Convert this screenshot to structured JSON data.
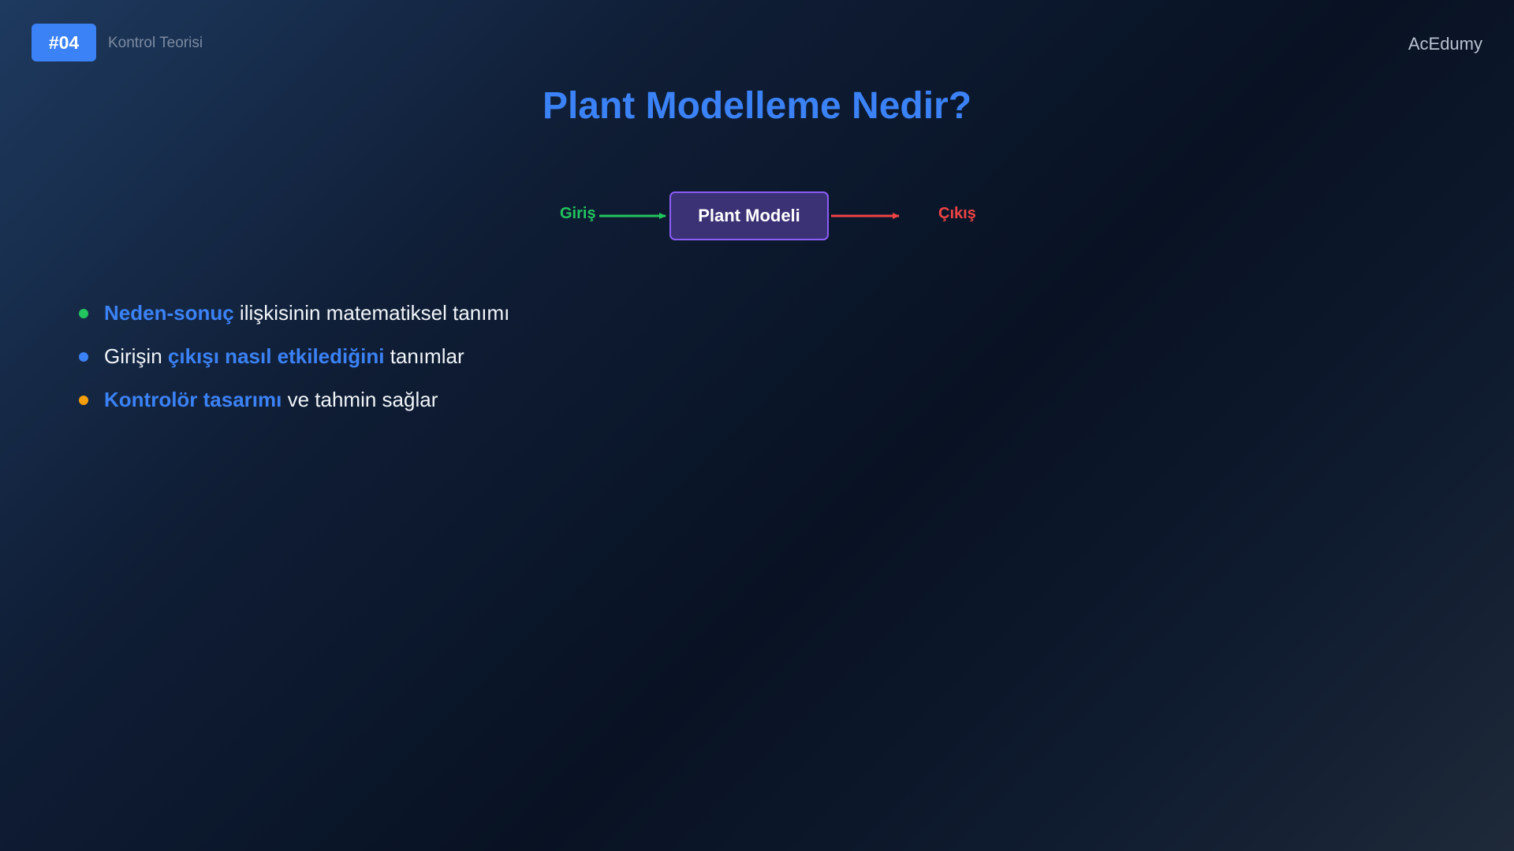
{
  "header": {
    "badge": "#04",
    "course": "Kontrol Teorisi",
    "brand": "AcEdumy"
  },
  "title": "Plant Modelleme Nedir?",
  "diagram": {
    "input_label": "Giriş",
    "block_label": "Plant Modeli",
    "output_label": "Çıkış",
    "colors": {
      "input": "#22c55e",
      "output": "#ef4444",
      "block_border": "#8b5cf6",
      "block_fill": "#3b3276"
    }
  },
  "bullets": [
    {
      "pre": "",
      "highlight": "Neden-sonuç",
      "post": " ilişkisinin matematiksel tanımı",
      "dot_color": "#22c55e"
    },
    {
      "pre": "Girişin ",
      "highlight": "çıkışı nasıl etkilediğini",
      "post": " tanımlar",
      "dot_color": "#3b82f6"
    },
    {
      "pre": "",
      "highlight": "Kontrolör tasarımı",
      "post": " ve tahmin sağlar",
      "dot_color": "#f59e0b"
    }
  ],
  "colors": {
    "accent": "#3b82f6"
  }
}
